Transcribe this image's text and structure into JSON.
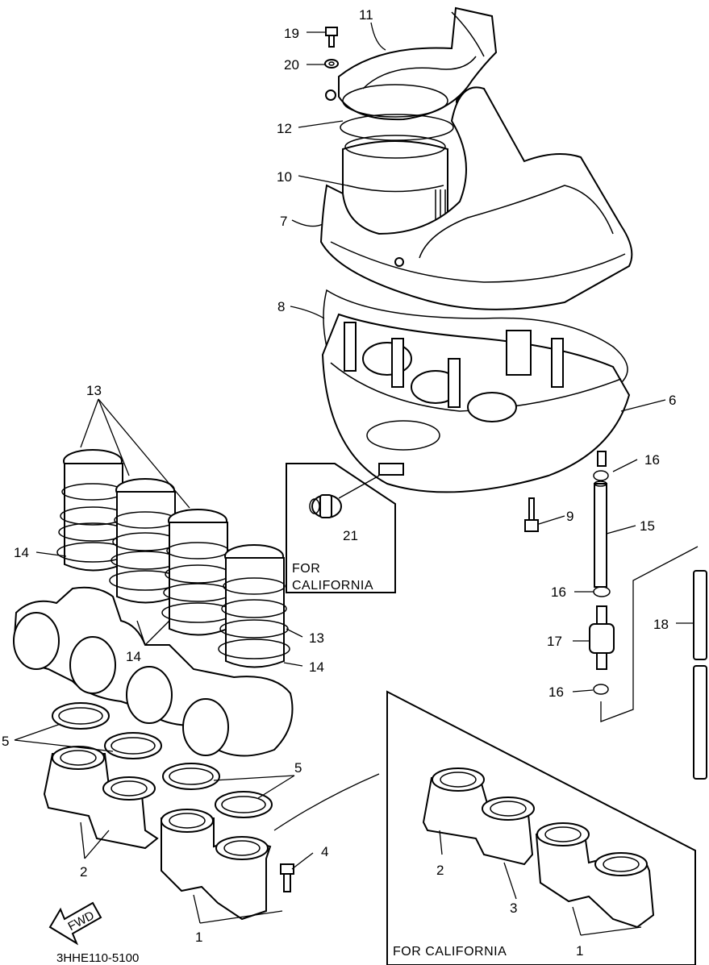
{
  "diagram": {
    "drawing_code": "3HHE110-5100",
    "fwd_label": "FWD",
    "california_label_1_line1": "FOR",
    "california_label_1_line2": "CALIFORNIA",
    "california_label_2": "FOR CALIFORNIA",
    "callouts": {
      "c1a": "1",
      "c1b": "1",
      "c2a": "2",
      "c2b": "2",
      "c3": "3",
      "c4": "4",
      "c5a": "5",
      "c5b": "5",
      "c6": "6",
      "c7": "7",
      "c8": "8",
      "c9": "9",
      "c10": "10",
      "c11": "11",
      "c12": "12",
      "c13a": "13",
      "c13b": "13",
      "c14a": "14",
      "c14b": "14",
      "c14c": "14",
      "c15": "15",
      "c16a": "16",
      "c16b": "16",
      "c16c": "16",
      "c17": "17",
      "c18": "18",
      "c19": "19",
      "c20": "20",
      "c21": "21"
    }
  }
}
